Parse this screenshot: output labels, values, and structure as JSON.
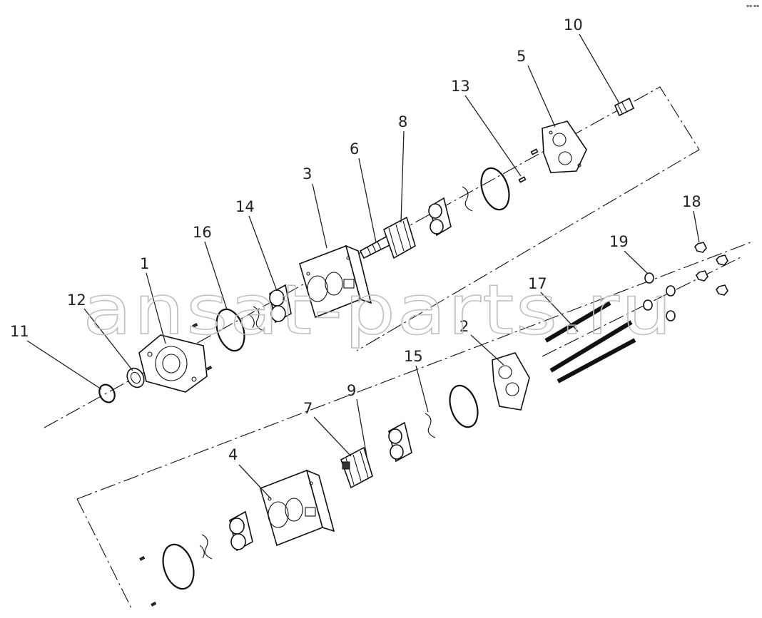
{
  "watermark": {
    "text": "ansat-parts.ru"
  },
  "callouts": [
    {
      "id": "c1",
      "label": "1"
    },
    {
      "id": "c2",
      "label": "2"
    },
    {
      "id": "c3",
      "label": "3"
    },
    {
      "id": "c4",
      "label": "4"
    },
    {
      "id": "c5",
      "label": "5"
    },
    {
      "id": "c6",
      "label": "6"
    },
    {
      "id": "c7",
      "label": "7"
    },
    {
      "id": "c8",
      "label": "8"
    },
    {
      "id": "c9",
      "label": "9"
    },
    {
      "id": "c10",
      "label": "10"
    },
    {
      "id": "c11",
      "label": "11"
    },
    {
      "id": "c12",
      "label": "12"
    },
    {
      "id": "c13",
      "label": "13"
    },
    {
      "id": "c14",
      "label": "14"
    },
    {
      "id": "c15",
      "label": "15"
    },
    {
      "id": "c16",
      "label": "16"
    },
    {
      "id": "c17",
      "label": "17"
    },
    {
      "id": "c18",
      "label": "18"
    },
    {
      "id": "c19",
      "label": "19"
    }
  ],
  "colors": {
    "line": "#111111",
    "watermark": "#bdbdbd",
    "background": "#ffffff"
  }
}
